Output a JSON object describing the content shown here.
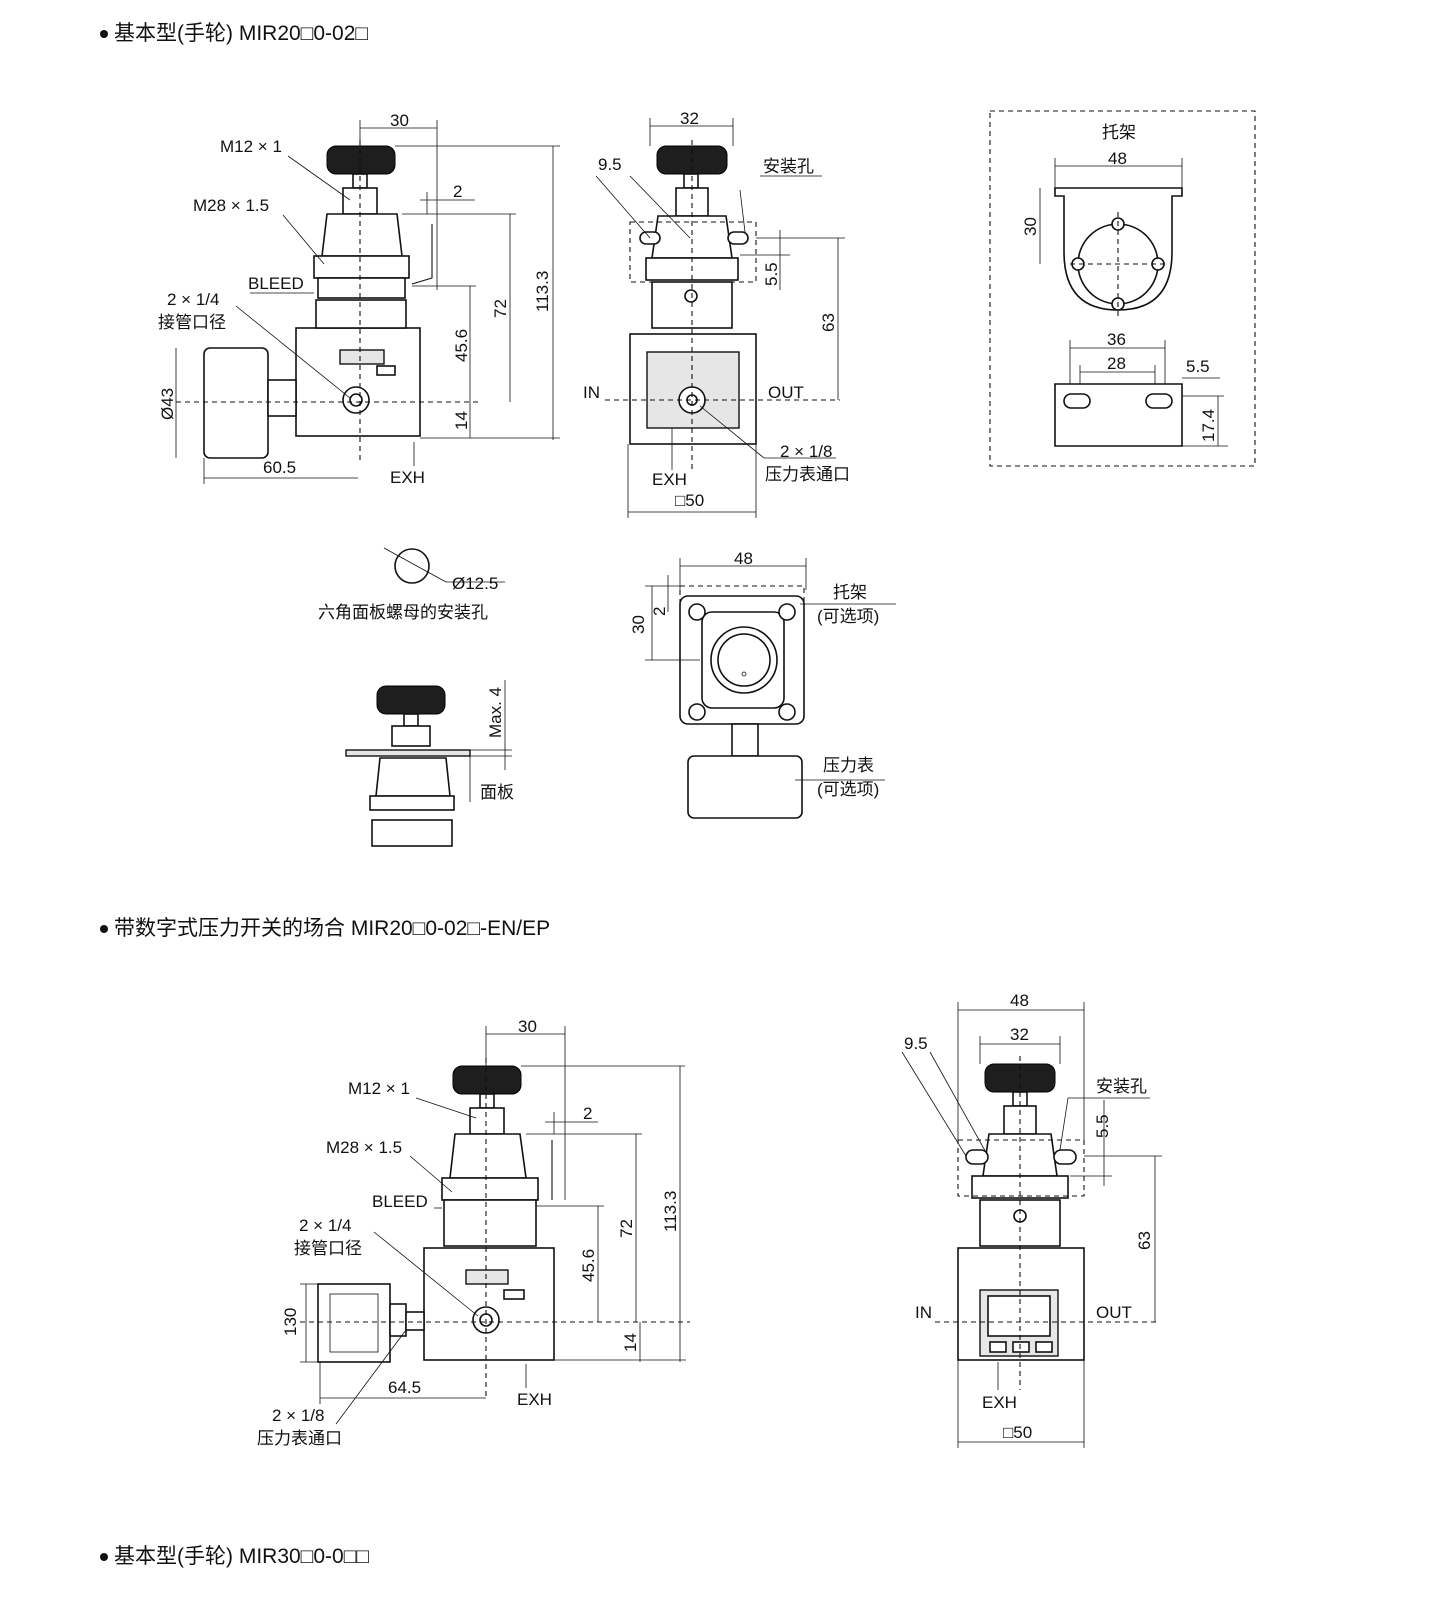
{
  "headings": {
    "h1": "基本型(手轮) MIR20□0-02□",
    "h2": "带数字式压力开关的场合 MIR20□0-02□-EN/EP",
    "h3": "基本型(手轮) MIR30□0-0□□"
  },
  "view1": {
    "d30": "30",
    "m12": "M12 × 1",
    "m28": "M28 × 1.5",
    "d2": "2",
    "bleed": "BLEED",
    "port": "2 × 1/4",
    "port_cn": "接管口径",
    "phi43": "Ø43",
    "d60_5": "60.5",
    "exh": "EXH",
    "d113_3": "113.3",
    "d72": "72",
    "d45_6": "45.6",
    "d14": "14"
  },
  "view2": {
    "d32": "32",
    "d9_5": "9.5",
    "mount_hole": "安装孔",
    "d5_5": "5.5",
    "d63": "63",
    "in": "IN",
    "out": "OUT",
    "gauge_port": "2 × 1/8",
    "gauge_port_cn": "压力表通口",
    "exh": "EXH",
    "sq50": "□50"
  },
  "bracket": {
    "title": "托架",
    "d48": "48",
    "d30": "30",
    "d36": "36",
    "d28": "28",
    "d5_5": "5.5",
    "d17_4": "17.4"
  },
  "panel_hole": {
    "d12_5": "Ø12.5",
    "caption": "六角面板螺母的安装孔"
  },
  "panel_view": {
    "max4": "Max. 4",
    "panel": "面板"
  },
  "top_view": {
    "d48": "48",
    "d30": "30",
    "d2": "2",
    "bracket": "托架",
    "optional1": "(可选项)",
    "gauge": "压力表",
    "optional2": "(可选项)"
  },
  "view3": {
    "d30": "30",
    "m12": "M12 × 1",
    "m28": "M28 × 1.5",
    "d2": "2",
    "bleed": "BLEED",
    "port": "2 × 1/4",
    "port_cn": "接管口径",
    "d130": "130",
    "d64_5": "64.5",
    "exh": "EXH",
    "gauge_port": "2 × 1/8",
    "gauge_port_cn": "压力表通口",
    "d113_3": "113.3",
    "d72": "72",
    "d45_6": "45.6",
    "d14": "14"
  },
  "view4": {
    "d48": "48",
    "d32": "32",
    "d9_5": "9.5",
    "mount_hole": "安装孔",
    "d5_5": "5.5",
    "d63": "63",
    "in": "IN",
    "out": "OUT",
    "exh": "EXH",
    "sq50": "□50"
  }
}
